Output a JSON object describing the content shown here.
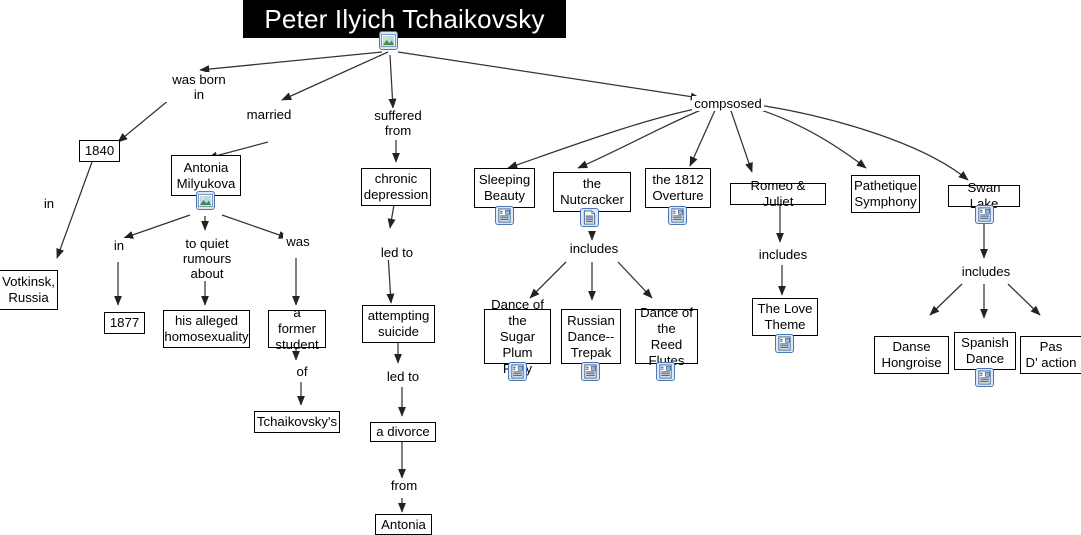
{
  "title": {
    "text": "Peter Ilyich Tchaikovsky",
    "bg": "#000000",
    "fg": "#ffffff"
  },
  "theme": {
    "node_border": "#000000",
    "node_bg": "#ffffff",
    "edge": "#333333",
    "icon_border": "#4a76b8",
    "icon_bg": "#dfe9f5"
  },
  "nodes": [
    {
      "id": "y1840",
      "label": "1840"
    },
    {
      "id": "votkinsk",
      "label": "Votkinsk,\nRussia"
    },
    {
      "id": "antonia_m",
      "label": "Antonia\nMilyukova",
      "icon": "image-icon"
    },
    {
      "id": "y1877",
      "label": "1877"
    },
    {
      "id": "homosexuality",
      "label": "his alleged\nhomosexuality"
    },
    {
      "id": "former_student",
      "label": "a former\nstudent"
    },
    {
      "id": "tchaikovskys",
      "label": "Tchaikovsky's"
    },
    {
      "id": "depression",
      "label": "chronic\ndepression"
    },
    {
      "id": "suicide",
      "label": "attempting\nsuicide"
    },
    {
      "id": "divorce",
      "label": "a divorce"
    },
    {
      "id": "antonia",
      "label": "Antonia"
    },
    {
      "id": "sleeping",
      "label": "Sleeping\nBeauty",
      "icon": "document-image-icon"
    },
    {
      "id": "nutcracker",
      "label": "the\nNutcracker",
      "icon": "document-icon"
    },
    {
      "id": "overture1812",
      "label": "the 1812\nOverture",
      "icon": "document-image-icon"
    },
    {
      "id": "romeo",
      "label": "Romeo & Juliet"
    },
    {
      "id": "pathetique",
      "label": "Pathetique\nSymphony"
    },
    {
      "id": "swanlake",
      "label": "Swan Lake",
      "icon": "document-image-icon"
    },
    {
      "id": "sugarplum",
      "label": "Dance of\nthe Sugar\nPlum Fairy",
      "icon": "document-image-icon"
    },
    {
      "id": "russian",
      "label": "Russian\nDance--\nTrepak",
      "icon": "document-image-icon"
    },
    {
      "id": "reedflutes",
      "label": "Dance of\nthe Reed\nFlutes",
      "icon": "document-image-icon"
    },
    {
      "id": "lovetheme",
      "label": "The Love\nTheme",
      "icon": "document-image-icon"
    },
    {
      "id": "hongroise",
      "label": "Danse\nHongroise"
    },
    {
      "id": "spanish",
      "label": "Spanish\nDance",
      "icon": "document-image-icon"
    },
    {
      "id": "pasdaction",
      "label": "Pas\nD' action"
    }
  ],
  "edge_labels": [
    {
      "id": "was-born-in",
      "text": "was born\nin"
    },
    {
      "id": "married",
      "text": "married"
    },
    {
      "id": "suffered-from",
      "text": "suffered\nfrom"
    },
    {
      "id": "compsosed",
      "text": "compsosed"
    },
    {
      "id": "in-votkinsk",
      "text": "in"
    },
    {
      "id": "in-1877",
      "text": "in"
    },
    {
      "id": "to-quiet",
      "text": "to quiet\nrumours\nabout"
    },
    {
      "id": "was",
      "text": "was"
    },
    {
      "id": "of",
      "text": "of"
    },
    {
      "id": "led-to-1",
      "text": "led to"
    },
    {
      "id": "led-to-2",
      "text": "led to"
    },
    {
      "id": "from",
      "text": "from"
    },
    {
      "id": "includes-nut",
      "text": "includes"
    },
    {
      "id": "includes-romeo",
      "text": "includes"
    },
    {
      "id": "includes-swan",
      "text": "includes"
    }
  ],
  "root_icon": "image-icon"
}
